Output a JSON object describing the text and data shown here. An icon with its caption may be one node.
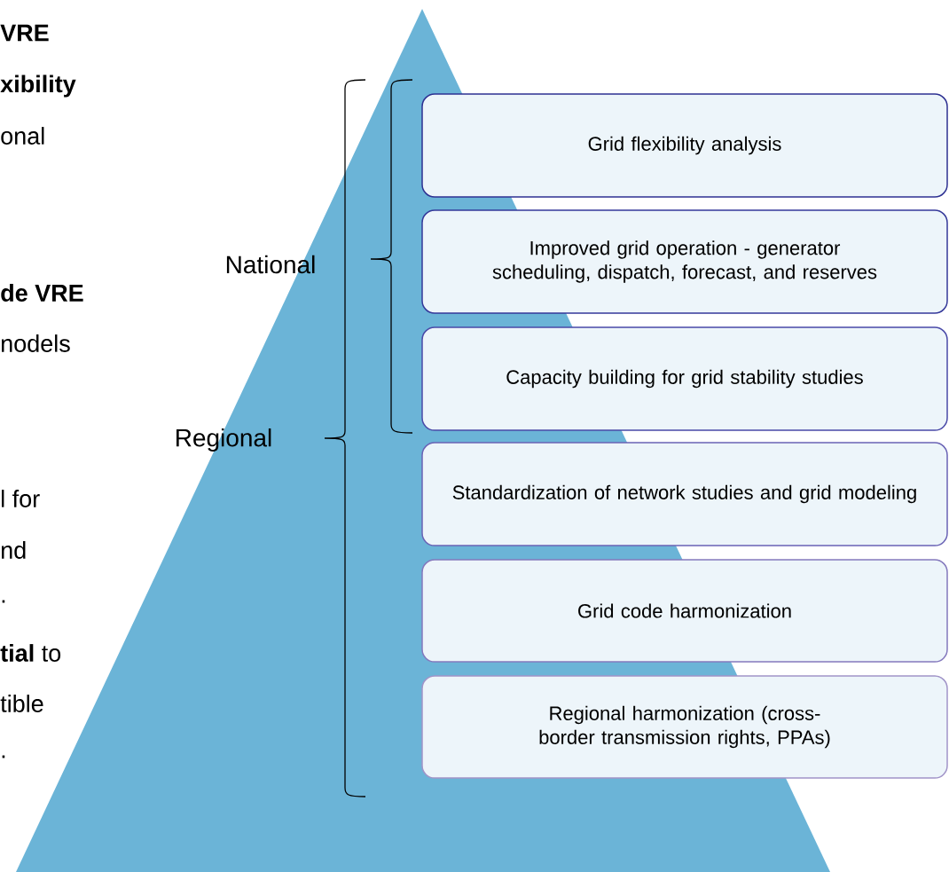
{
  "diagram": {
    "nodes": [
      {
        "text": [
          "Grid flexibility analysis"
        ]
      },
      {
        "text": [
          "Improved grid operation - generator scheduling, dispatch, forecast, and reserves"
        ]
      },
      {
        "text": [
          "Capacity building for grid stability studies"
        ]
      },
      {
        "text": [
          "Standardization of network studies and grid modeling"
        ]
      },
      {
        "text": [
          "Grid code harmonization"
        ]
      },
      {
        "text": [
          "Regional harmonization (cross-border transmission rights, PPAs)"
        ]
      }
    ],
    "labels": [
      "VRE",
      "xibility",
      "onal",
      "de VRE",
      "nodels",
      "l for",
      "nd",
      ".",
      "**tial** to",
      "tible",
      ".",
      "National",
      "Regional"
    ]
  }
}
